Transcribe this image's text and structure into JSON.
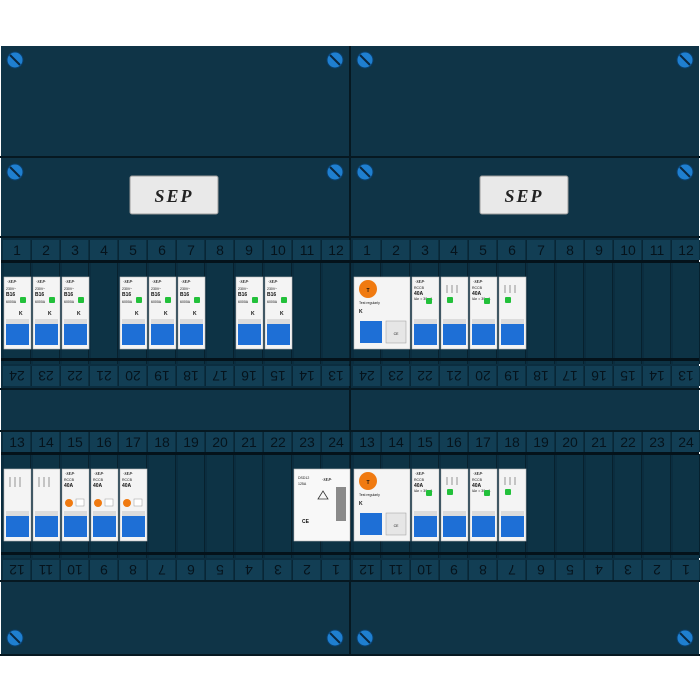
{
  "brand": "SEP",
  "colors": {
    "panel": "#0f3447",
    "panel_dark": "#0a2736",
    "strip": "#0b2d3f",
    "slot": "#123e54",
    "screw": "#1f7fd0",
    "breaker_body": "#f4f4f4",
    "breaker_blue": "#1e6fd6",
    "indicator_green": "#22c03a",
    "test_orange": "#f07a10"
  },
  "icons": [
    "screw-icon",
    "brand-plate",
    "ce-mark-icon",
    "test-button-icon"
  ],
  "rails": {
    "top_rail_numbers": [
      "1",
      "2",
      "3",
      "4",
      "5",
      "6",
      "7",
      "8",
      "9",
      "10",
      "11",
      "12"
    ],
    "rail_a_bottom_numbers": [
      "24",
      "23",
      "22",
      "21",
      "20",
      "19",
      "18",
      "17",
      "16",
      "15",
      "14",
      "13"
    ],
    "rail_b_top_numbers": [
      "13",
      "14",
      "15",
      "16",
      "17",
      "18",
      "19",
      "20",
      "21",
      "22",
      "23",
      "24"
    ],
    "rail_b_bottom_numbers": [
      "12",
      "11",
      "10",
      "9",
      "8",
      "7",
      "6",
      "5",
      "4",
      "3",
      "2",
      "1"
    ]
  },
  "device_labels": {
    "mcb_rating": "B16",
    "mcb_standard": "230V~",
    "mcb_breaking": "6000A",
    "rcbo_rating": "40A",
    "rcbo_type": "RCCB",
    "rcbo_sensitivity": "IΔn = 30mA",
    "test_label": "T",
    "test_text": "Test regularly",
    "surge_rating": "125A",
    "surge_type": "DSD12",
    "ce": "CE"
  },
  "groups": {
    "rail_a_left": [
      "mcb",
      "mcb",
      "mcb",
      "empty",
      "mcb",
      "mcb",
      "mcb",
      "empty",
      "mcb",
      "mcb",
      "empty",
      "empty"
    ],
    "rail_a_right": [
      "rcd_main",
      "rcd_main",
      "rcd_rcbo",
      "mcb_plain",
      "rcd_rcbo",
      "mcb_plain",
      "empty",
      "empty",
      "empty",
      "empty",
      "empty",
      "empty"
    ],
    "rail_b_left": [
      "rcd4",
      "rcd4",
      "rcbo",
      "rcbo",
      "rcbo",
      "empty",
      "empty",
      "empty",
      "empty",
      "empty",
      "surge",
      "surge"
    ],
    "rail_b_right": [
      "rcd_main",
      "rcd_main",
      "rcd_rcbo",
      "mcb_plain",
      "rcd_rcbo",
      "mcb_plain",
      "empty",
      "empty",
      "empty",
      "empty",
      "empty",
      "empty"
    ]
  }
}
